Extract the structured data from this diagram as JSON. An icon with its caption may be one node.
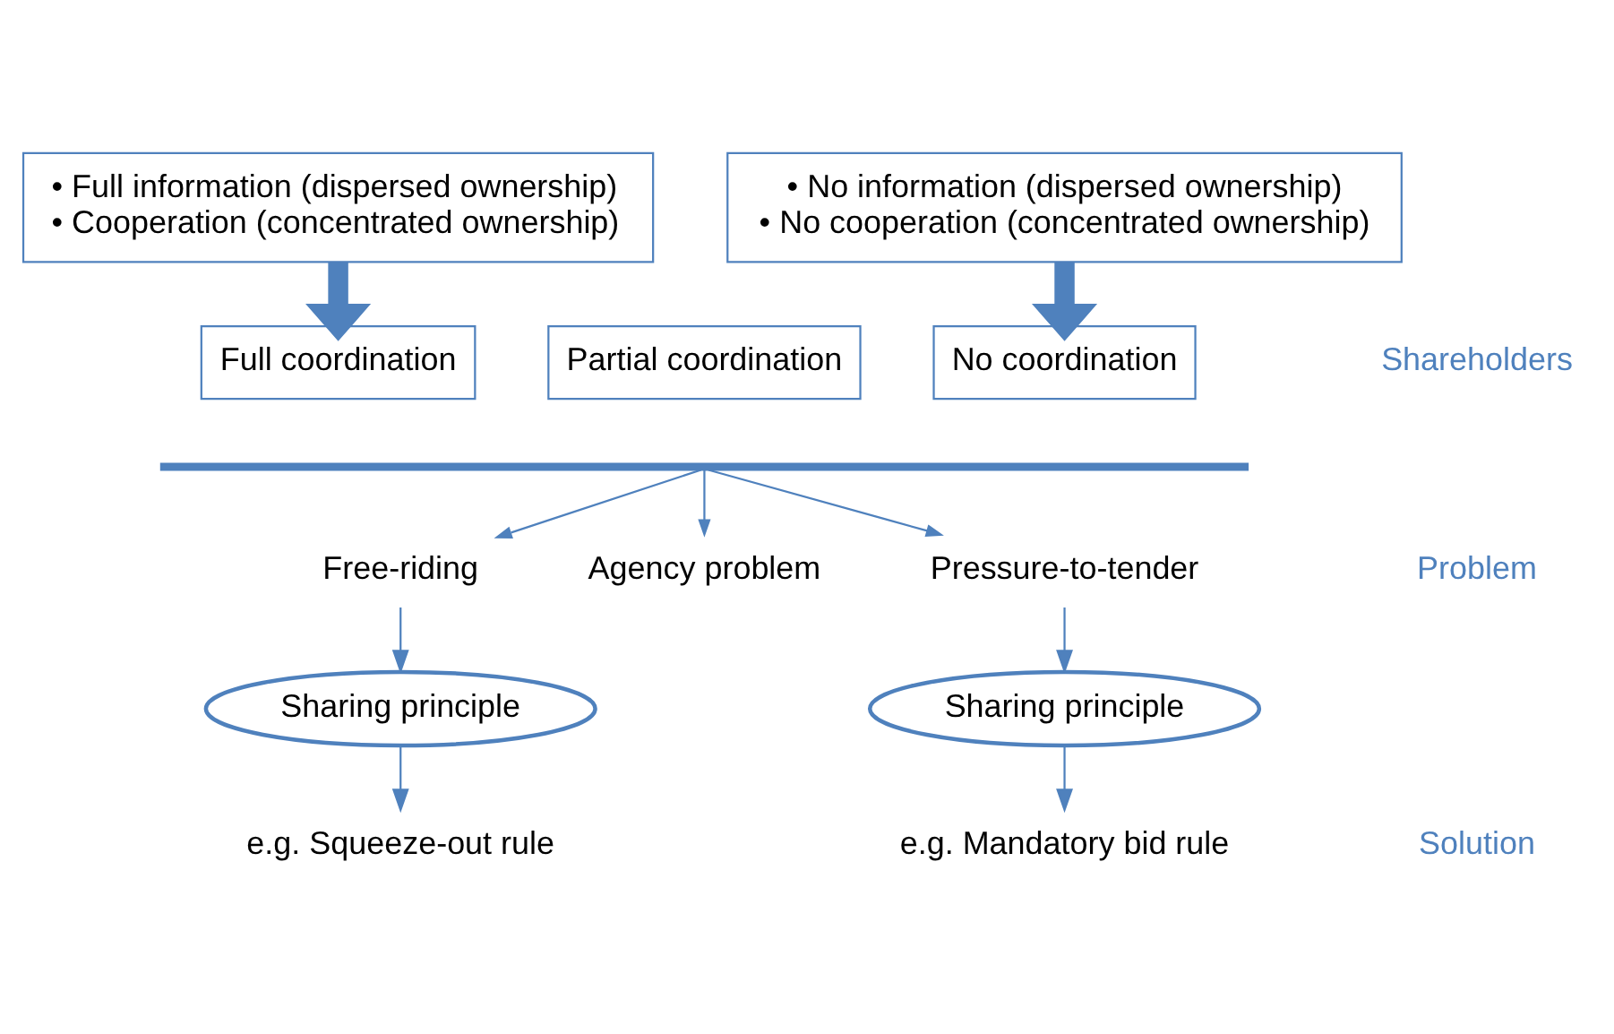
{
  "diagram": {
    "nodes": [
      {
        "text": [
          "• Full information (dispersed ownership)",
          "• Cooperation (concentrated ownership)"
        ]
      },
      {
        "text": [
          "• No information (dispersed ownership)",
          "• No cooperation (concentrated ownership)"
        ]
      },
      {
        "text": [
          "Full coordination"
        ]
      },
      {
        "text": [
          "Partial coordination"
        ]
      },
      {
        "text": [
          "No coordination"
        ]
      },
      {
        "text": [],
        "shape": "bar"
      },
      {
        "text": [
          "Free-riding"
        ]
      },
      {
        "text": [
          "Agency problem"
        ]
      },
      {
        "text": [
          "Pressure-to-tender"
        ]
      },
      {
        "text": [
          "Sharing principle"
        ]
      },
      {
        "text": [
          "Sharing principle"
        ]
      },
      {
        "text": [
          "e.g. Squeeze-out rule"
        ]
      },
      {
        "text": [
          "e.g. Mandatory bid rule"
        ]
      }
    ],
    "edges": [
      {
        "from": 0,
        "to": 2,
        "arrow": "to",
        "style": "thick"
      },
      {
        "from": 1,
        "to": 4,
        "arrow": "to",
        "style": "thick"
      },
      {
        "from": 5,
        "to": 6,
        "arrow": "to"
      },
      {
        "from": 5,
        "to": 7,
        "arrow": "to"
      },
      {
        "from": 5,
        "to": 8,
        "arrow": "to"
      },
      {
        "from": 6,
        "to": 9,
        "arrow": "to"
      },
      {
        "from": 8,
        "to": 10,
        "arrow": "to"
      },
      {
        "from": 9,
        "to": 11,
        "arrow": "to"
      },
      {
        "from": 10,
        "to": 12,
        "arrow": "to"
      }
    ],
    "labels": [
      "Shareholders",
      "Problem",
      "Solution"
    ]
  }
}
